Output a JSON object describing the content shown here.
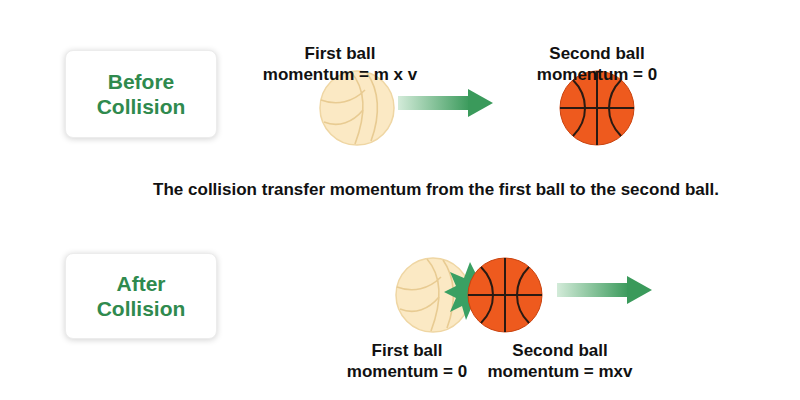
{
  "diagram": {
    "nodes": [
      {
        "text": [
          "Before Collision"
        ]
      },
      {
        "text": [
          "After Collision"
        ]
      }
    ],
    "labels": [
      "First ball",
      "momentum = m x v",
      "Second ball",
      "momentum = 0",
      "The collision transfer momentum from the first ball to the second ball.",
      "First ball",
      "momentum = 0",
      "Second ball",
      "momentum = mxv"
    ]
  }
}
